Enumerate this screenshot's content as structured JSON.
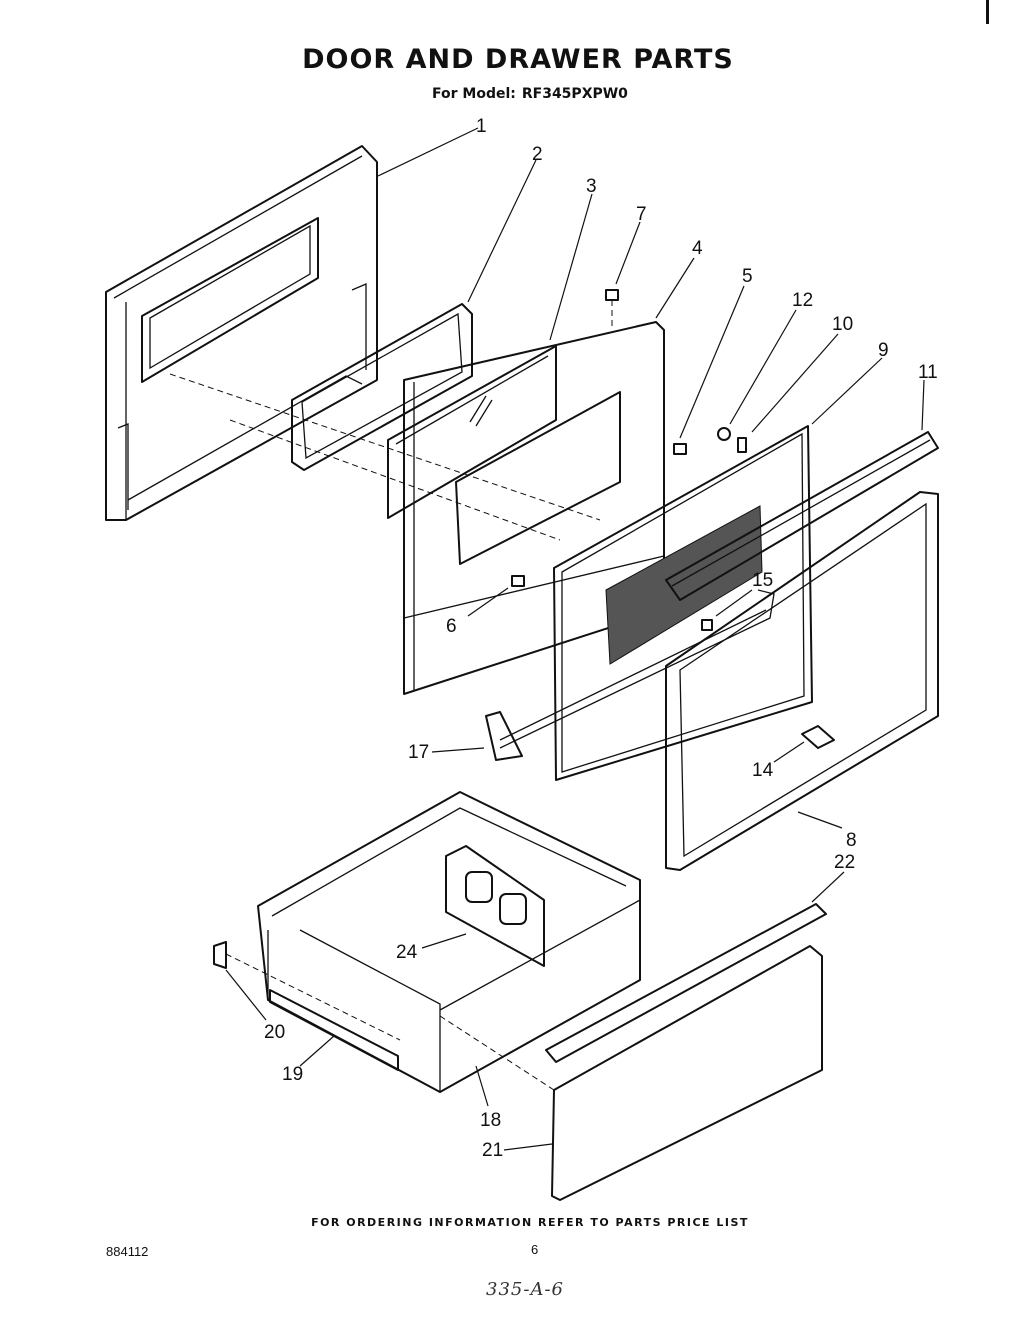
{
  "header": {
    "title": "DOOR AND DRAWER PARTS",
    "model_label": "For Model:",
    "model_number": "RF345PXPW0"
  },
  "callouts": [
    "1",
    "2",
    "3",
    "7",
    "4",
    "5",
    "12",
    "10",
    "9",
    "11",
    "15",
    "6",
    "17",
    "14",
    "8",
    "22",
    "24",
    "20",
    "19",
    "18",
    "21"
  ],
  "footer": {
    "ordering_note": "FOR ORDERING INFORMATION REFER TO PARTS PRICE LIST",
    "doc_number": "884112",
    "page_number": "6",
    "handwritten_note": "335-A-6"
  }
}
